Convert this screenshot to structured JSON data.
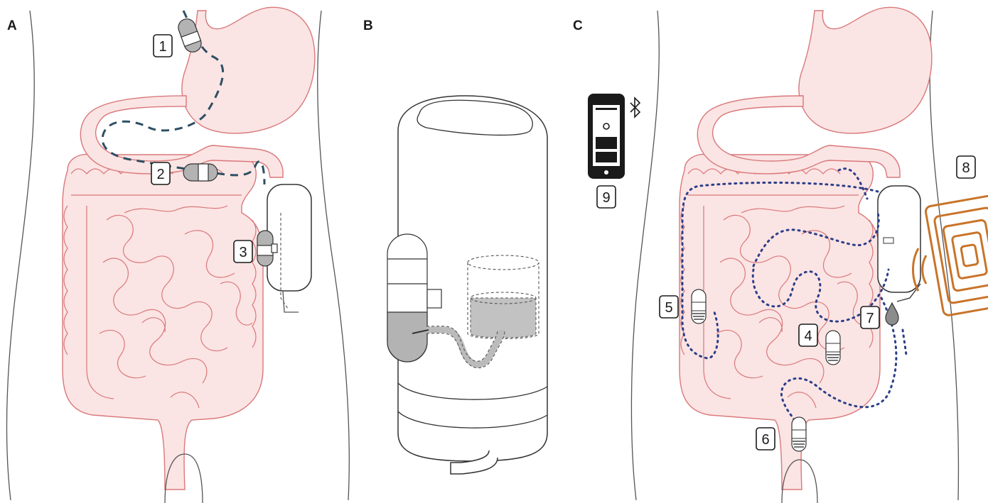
{
  "panels": {
    "a": {
      "letter": "A"
    },
    "b": {
      "letter": "B"
    },
    "c": {
      "letter": "C"
    }
  },
  "callouts": {
    "n1": "1",
    "n2": "2",
    "n3": "3",
    "n4": "4",
    "n5": "5",
    "n6": "6",
    "n7": "7",
    "n8": "8",
    "n9": "9"
  },
  "colors": {
    "intestine_stroke": "#d9787a",
    "intestine_fill": "#fbe4e4",
    "capsule_path": "#2d4f64",
    "dotted_path": "#2c3f88",
    "coil": "#c8742a",
    "device_grey": "#b3b3b3"
  },
  "icons": {
    "phone": "smartphone-icon",
    "bluetooth": "bluetooth-icon",
    "coil": "wireless-coil-icon",
    "droplet": "droplet-icon"
  }
}
